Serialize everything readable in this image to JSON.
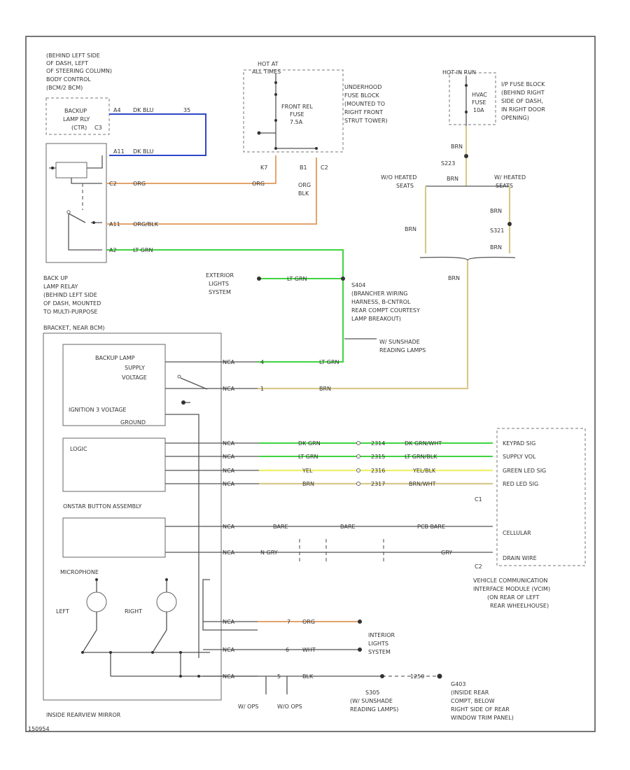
{
  "diagram": {
    "footer_code": "150954",
    "labels": {
      "bcm_loc_1": "(BEHIND LEFT SIDE",
      "bcm_loc_2": "OF DASH, LEFT",
      "bcm_loc_3": "OF STEERING COLUMN)",
      "bcm_name": "BODY CONTROL",
      "bcm_name2": "(BCM/2 BCM)",
      "backup_relay_box_1": "BACKUP",
      "backup_relay_box_2": "LAMP RLY",
      "backup_relay_box_3": "(CTR)",
      "c3": "C3",
      "hot_at_1": "HOT AT",
      "hot_at_2": "ALL TIMES",
      "underhood_1": "UNDERHOOD",
      "underhood_2": "FUSE BLOCK",
      "underhood_3": "(MOUNTED TO",
      "underhood_4": "RIGHT FRONT",
      "underhood_5": "STRUT TOWER)",
      "fuse_1": "FRONT REL",
      "fuse_2": "FUSE",
      "fuse_3": "7.5A",
      "pin_k7": "K7",
      "pin_b1": "B1",
      "pin_c2": "C2",
      "org_label": "ORG",
      "blk_label": "BLK",
      "hot_run_1": "HOT IN RUN",
      "ip_fuse_1": "I/P FUSE BLOCK",
      "ip_fuse_2": "(BEHIND RIGHT",
      "ip_fuse_3": "SIDE OF DASH,",
      "ip_fuse_4": "IN RIGHT DOOR",
      "ip_fuse_5": "OPENING)",
      "hvac_1": "HVAC",
      "hvac_2": "FUSE",
      "hvac_3": "10A",
      "brn_1": "BRN",
      "s223": "S223",
      "wo_heated_1": "W/O HEATED",
      "wo_heated_2": "SEATS",
      "w_heated_1": "W/ HEATED",
      "w_heated_2": "SEATS",
      "brn_2": "BRN",
      "brn_3": "BRN",
      "s321": "S321",
      "brn_4": "BRN",
      "brn_5": "BRN",
      "backup_relay_1": "BACK UP",
      "backup_relay_2": "LAMP RELAY",
      "backup_relay_3": "(BEHIND LEFT SIDE",
      "backup_relay_4": "OF DASH, MOUNTED",
      "backup_relay_5": "TO MULTI-PURPOSE",
      "backup_relay_6": "BRACKET, NEAR BCM)",
      "exterior_1": "EXTERIOR",
      "exterior_2": "LIGHTS",
      "exterior_3": "SYSTEM",
      "lt_grn_1": "LT GRN",
      "s404_1": "S404",
      "s404_2": "(BRANCHER WIRING",
      "s404_3": "HARNESS, B-CNTROL",
      "s404_4": "REAR COMPT COURTESY",
      "s404_5": "LAMP BREAKOUT)",
      "w_sunshade_1": "W/ SUNSHADE",
      "w_sunshade_2": "READING LAMPS",
      "backup_supply_1": "BACKUP LAMP",
      "backup_supply_2": "SUPPLY",
      "backup_supply_3": "VOLTAGE",
      "ignition": "IGNITION 3 VOLTAGE",
      "ground": "GROUND",
      "logic": "LOGIC",
      "onstar": "ONSTAR BUTTON ASSEMBLY",
      "microphone": "MICROPHONE",
      "left": "LEFT",
      "right": "RIGHT",
      "mirror": "INSIDE REARVIEW MIRROR",
      "keypad": "KEYPAD SIG",
      "supply_vol": "SUPPLY VOL",
      "green_led": "GREEN LED SIG",
      "red_led": "RED LED SIG",
      "c1": "C1",
      "cellular": "CELLULAR",
      "drain": "DRAIN WIRE",
      "c2": "C2",
      "vcim_1": "VEHICLE COMMUNICATION",
      "vcim_2": "INTERFACE MODULE (VCIM)",
      "vcim_3": "(ON REAR OF LEFT",
      "vcim_4": "REAR WHEELHOUSE)",
      "interior_1": "INTERIOR",
      "interior_2": "LIGHTS",
      "interior_3": "SYSTEM",
      "g403_1": "G403",
      "g403_2": "(INSIDE REAR",
      "g403_3": "COMPT, BELOW",
      "g403_4": "RIGHT SIDE OF REAR",
      "g403_5": "WINDOW TRIM PANEL)",
      "s305": "S305",
      "s305_2": "(W/ SUNSHADE",
      "s305_3": "READING LAMPS)",
      "w_ops": "W/ OPS",
      "wo_ops": "W/O OPS"
    },
    "wires": {
      "bcm_a4": "A4",
      "bcm_a4_color": "DK BLU",
      "bcm_a4_circ": "35",
      "bcm_a11": "A11",
      "bcm_a11_color": "DK BLU",
      "relay_c2": "C2",
      "relay_c2_color": "ORG",
      "relay_c2_right": "ORG",
      "relay_a11": "A11",
      "relay_a11_color": "ORG/BLK",
      "relay_a2": "A2",
      "relay_a2_color": "LT GRN",
      "mirror_supply_conn": "NCA",
      "mirror_supply_pin": "4",
      "mirror_supply_color": "LT GRN",
      "mirror_ign_conn": "NCA",
      "mirror_ign_pin": "1",
      "mirror_ign_color": "BRN",
      "logic1_conn": "NCA",
      "logic1_color": "DK GRN",
      "logic1_circ": "2314",
      "logic1_color2": "DK GRN/WHT",
      "logic2_conn": "NCA",
      "logic2_color": "LT GRN",
      "logic2_circ": "2315",
      "logic2_color2": "LT GRN/BLK",
      "logic3_conn": "NCA",
      "logic3_color": "YEL",
      "logic3_circ": "2316",
      "logic3_color2": "YEL/BLK",
      "logic4_conn": "NCA",
      "logic4_color": "BRN",
      "logic4_circ": "2317",
      "logic4_color2": "BRN/WHT",
      "cell_conn": "NCA",
      "cell_color": "BARE",
      "cell_color2": "BARE",
      "cell_color3": "PCB BARE",
      "drain_conn": "NCA",
      "drain_color": "N GRY",
      "drain_color2": "GRY",
      "int_conn": "NCA",
      "int_pin": "7",
      "int_color": "ORG",
      "gnd1_conn": "NCA",
      "gnd1_pin": "6",
      "gnd1_color": "WHT",
      "gnd2_conn": "NCA",
      "gnd2_pin": "5",
      "gnd2_color": "BLK",
      "gnd2_circ": "1250"
    },
    "colors": {
      "blue": "#2f47c8",
      "orange": "#e3a46b",
      "green": "#3fd43f",
      "yellow": "#f0f06a",
      "tan": "#d7c98a"
    }
  }
}
